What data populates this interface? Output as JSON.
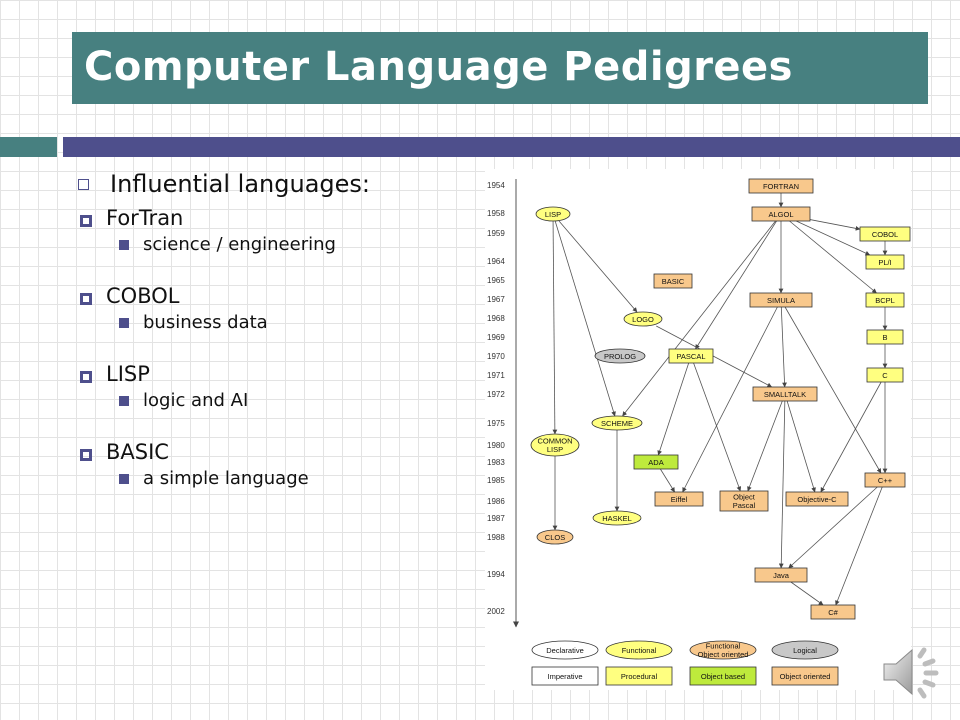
{
  "slide": {
    "title": "Computer Language Pedigrees",
    "bullets": {
      "heading": "Influential languages:",
      "items": [
        {
          "name": "ForTran",
          "detail": "science / engineering"
        },
        {
          "name": "COBOL",
          "detail": "business data"
        },
        {
          "name": "LISP",
          "detail": "logic and AI"
        },
        {
          "name": "BASIC",
          "detail": "a simple language"
        }
      ]
    },
    "colors": {
      "title_bg": "#478080",
      "strip_blue": "#4E4F8C",
      "bullet": "#4E4F8C"
    },
    "speaker_icon": "speaker-icon"
  },
  "diagram": {
    "years": [
      "1954",
      "1958",
      "1959",
      "1964",
      "1965",
      "1967",
      "1968",
      "1969",
      "1970",
      "1971",
      "1972",
      "1975",
      "1980",
      "1983",
      "1985",
      "1986",
      "1987",
      "1988",
      "1994",
      "2002"
    ],
    "nodes": [
      {
        "id": "FORTRAN",
        "label": "FORTRAN",
        "style": "objoriented"
      },
      {
        "id": "ALGOL",
        "label": "ALGOL",
        "style": "objoriented"
      },
      {
        "id": "LISP",
        "label": "LISP",
        "style": "functional"
      },
      {
        "id": "COBOL",
        "label": "COBOL",
        "style": "procedural"
      },
      {
        "id": "PLI",
        "label": "PL/I",
        "style": "procedural"
      },
      {
        "id": "BASIC",
        "label": "BASIC",
        "style": "objoriented"
      },
      {
        "id": "SIMULA",
        "label": "SIMULA",
        "style": "objoriented"
      },
      {
        "id": "BCPL",
        "label": "BCPL",
        "style": "procedural"
      },
      {
        "id": "LOGO",
        "label": "LOGO",
        "style": "functional"
      },
      {
        "id": "B",
        "label": "B",
        "style": "procedural"
      },
      {
        "id": "PROLOG",
        "label": "PROLOG",
        "style": "logical"
      },
      {
        "id": "PASCAL",
        "label": "PASCAL",
        "style": "procedural"
      },
      {
        "id": "C",
        "label": "C",
        "style": "procedural"
      },
      {
        "id": "SMALLTALK",
        "label": "SMALLTALK",
        "style": "objoriented"
      },
      {
        "id": "SCHEME",
        "label": "SCHEME",
        "style": "functional"
      },
      {
        "id": "COMMONLISP",
        "label": "COMMON\nLISP",
        "style": "functional"
      },
      {
        "id": "ADA",
        "label": "ADA",
        "style": "objbased"
      },
      {
        "id": "CPP",
        "label": "C++",
        "style": "objoriented"
      },
      {
        "id": "EIFFEL",
        "label": "Eiffel",
        "style": "objoriented"
      },
      {
        "id": "OBJPASCAL",
        "label": "Object\nPascal",
        "style": "objoriented"
      },
      {
        "id": "OBJC",
        "label": "Objective-C",
        "style": "objoriented"
      },
      {
        "id": "HASKEL",
        "label": "HASKEL",
        "style": "functional"
      },
      {
        "id": "CLOS",
        "label": "CLOS",
        "style": "funcoo"
      },
      {
        "id": "JAVA",
        "label": "Java",
        "style": "objoriented"
      },
      {
        "id": "CSHARP",
        "label": "C#",
        "style": "objoriented"
      }
    ],
    "edges": [
      [
        "FORTRAN",
        "ALGOL"
      ],
      [
        "ALGOL",
        "PLI"
      ],
      [
        "ALGOL",
        "COBOL"
      ],
      [
        "ALGOL",
        "BCPL"
      ],
      [
        "ALGOL",
        "SIMULA"
      ],
      [
        "ALGOL",
        "PASCAL"
      ],
      [
        "ALGOL",
        "SCHEME"
      ],
      [
        "COBOL",
        "PLI"
      ],
      [
        "BCPL",
        "B"
      ],
      [
        "B",
        "C"
      ],
      [
        "C",
        "CPP"
      ],
      [
        "C",
        "OBJC"
      ],
      [
        "SIMULA",
        "SMALLTALK"
      ],
      [
        "SIMULA",
        "CPP"
      ],
      [
        "SIMULA",
        "EIFFEL"
      ],
      [
        "SMALLTALK",
        "OBJPASCAL"
      ],
      [
        "SMALLTALK",
        "OBJC"
      ],
      [
        "SMALLTALK",
        "JAVA"
      ],
      [
        "PASCAL",
        "ADA"
      ],
      [
        "PASCAL",
        "OBJPASCAL"
      ],
      [
        "ADA",
        "EIFFEL"
      ],
      [
        "LOGO",
        "SMALLTALK"
      ],
      [
        "LISP",
        "LOGO"
      ],
      [
        "LISP",
        "SCHEME"
      ],
      [
        "LISP",
        "COMMONLISP"
      ],
      [
        "SCHEME",
        "HASKEL"
      ],
      [
        "COMMONLISP",
        "CLOS"
      ],
      [
        "CPP",
        "JAVA"
      ],
      [
        "CPP",
        "CSHARP"
      ],
      [
        "JAVA",
        "CSHARP"
      ]
    ],
    "legend": [
      {
        "label": "Declarative",
        "style": "declarative"
      },
      {
        "label": "Functional",
        "style": "functional"
      },
      {
        "label": "Functional\nObject oriented",
        "style": "funcoo"
      },
      {
        "label": "Logical",
        "style": "logical"
      },
      {
        "label": "Imperative",
        "style": "imperative"
      },
      {
        "label": "Procedural",
        "style": "procedural"
      },
      {
        "label": "Object based",
        "style": "objbased"
      },
      {
        "label": "Object oriented",
        "style": "objoriented"
      }
    ],
    "styles": {
      "declarative": {
        "shape": "ellipse",
        "fill": "#ffffff"
      },
      "functional": {
        "shape": "ellipse",
        "fill": "#FFFF80"
      },
      "funcoo": {
        "shape": "ellipse",
        "fill": "#F8C88C"
      },
      "logical": {
        "shape": "ellipse",
        "fill": "#C8C8C8"
      },
      "imperative": {
        "shape": "rect",
        "fill": "#ffffff"
      },
      "procedural": {
        "shape": "rect",
        "fill": "#FFFF80"
      },
      "objbased": {
        "shape": "rect",
        "fill": "#BEEA3C"
      },
      "objoriented": {
        "shape": "rect",
        "fill": "#F8C88C"
      }
    }
  }
}
